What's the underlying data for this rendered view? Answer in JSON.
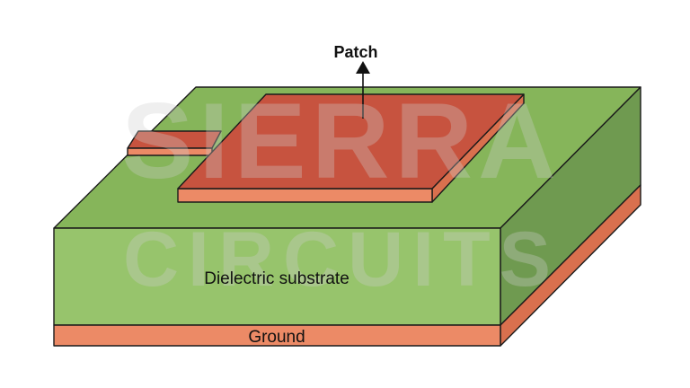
{
  "diagram": {
    "labels": {
      "patch": "Patch",
      "substrate": "Dielectric substrate",
      "ground": "Ground"
    },
    "watermark": {
      "line1": "SIERRA",
      "line2": "CIRCUITS"
    },
    "colors": {
      "substrate_front": "#97c46c",
      "substrate_top": "#86b55a",
      "substrate_side": "#6f9a50",
      "ground_front": "#ec8a66",
      "ground_side": "#d9704e",
      "patch_top": "#c7533f",
      "patch_edge": "#ec8a66"
    }
  }
}
